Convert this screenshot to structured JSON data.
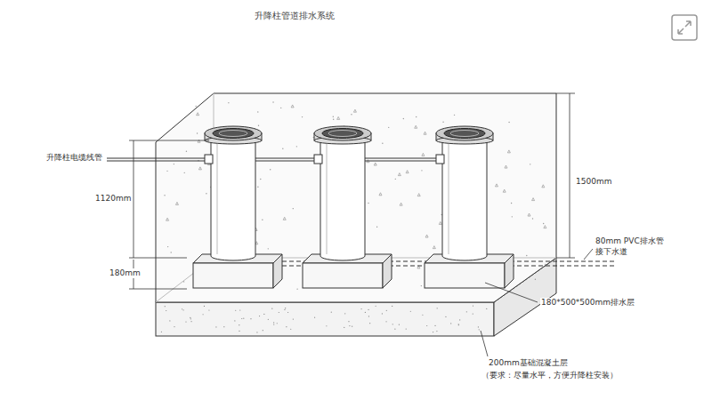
{
  "diagram": {
    "title": "升降柱管道排水系统",
    "labels": [
      "升降柱电缆线管",
      "1120mm",
      "180mm",
      "1500mm",
      "80mm PVC排水管",
      "接下水道",
      "180*500*500mm排水层",
      "200mm基础混凝土层",
      "（要求：尽量水平，方便升降柱安装）"
    ]
  }
}
